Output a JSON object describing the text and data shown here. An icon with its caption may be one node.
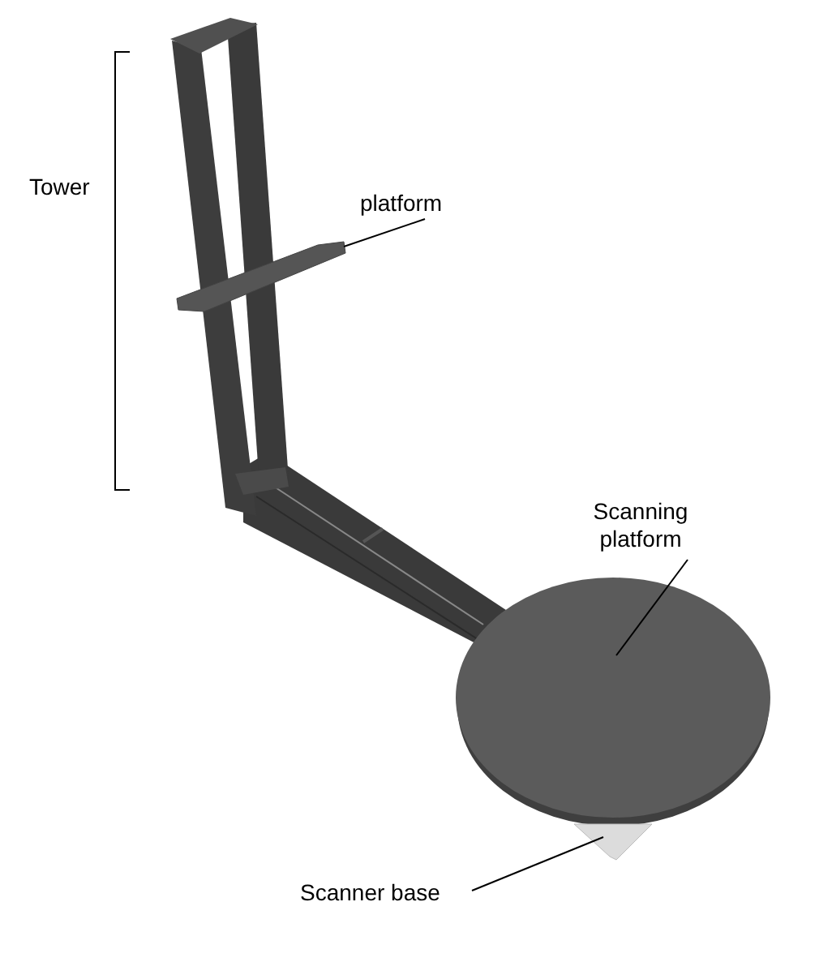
{
  "diagram": {
    "nodes": [
      {
        "text": [
          "platform"
        ]
      },
      {
        "text": [],
        "shape": "bar"
      },
      {
        "text": [
          "Scanning platform"
        ]
      },
      {
        "text": [],
        "shape": "circle"
      },
      {
        "text": [
          "Scanner base"
        ]
      },
      {
        "text": [],
        "shape": "box"
      }
    ],
    "edges": [
      {
        "from": 0,
        "to": 1,
        "arrow": "none"
      },
      {
        "from": 2,
        "to": 3,
        "arrow": "none"
      },
      {
        "from": 4,
        "to": 5,
        "arrow": "none"
      }
    ],
    "labels": [
      "Tower"
    ]
  }
}
